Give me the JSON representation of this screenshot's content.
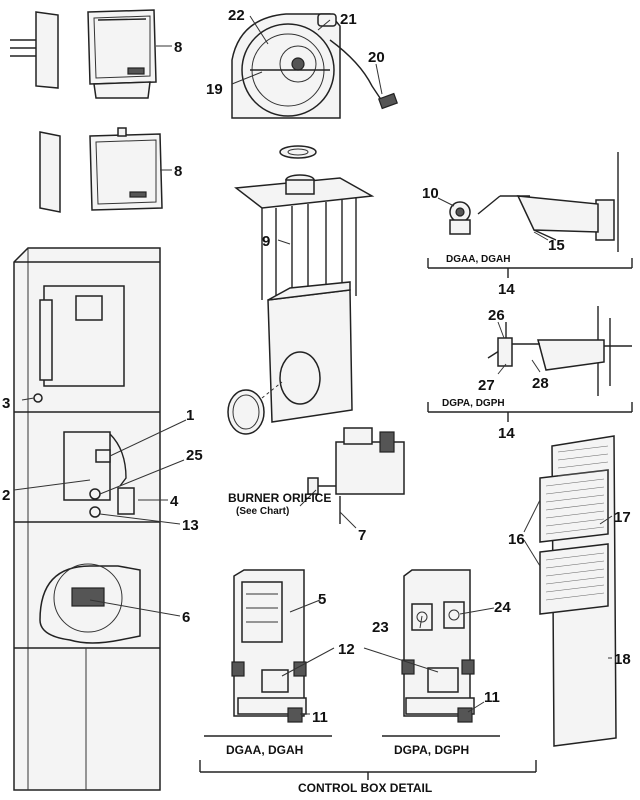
{
  "callouts": {
    "c1": "1",
    "c2": "2",
    "c3": "3",
    "c4": "4",
    "c5": "5",
    "c6": "6",
    "c7": "7",
    "c8a": "8",
    "c8b": "8",
    "c9": "9",
    "c10": "10",
    "c11a": "11",
    "c11b": "11",
    "c12": "12",
    "c13": "13",
    "c14a": "14",
    "c14b": "14",
    "c15": "15",
    "c16": "16",
    "c17": "17",
    "c18": "18",
    "c19": "19",
    "c20": "20",
    "c21": "21",
    "c22": "22",
    "c23": "23",
    "c24": "24",
    "c25": "25",
    "c26": "26",
    "c27": "27",
    "c28": "28"
  },
  "captions": {
    "dgaa_top": "DGAA, DGAH",
    "dgpa_top": "DGPA, DGPH",
    "burner_orifice": "BURNER ORIFICE",
    "see_chart": "(See Chart)",
    "dgaa_bottom": "DGAA, DGAH",
    "dgpa_bottom": "DGPA, DGPH",
    "control_box_detail": "CONTROL BOX DETAIL"
  }
}
